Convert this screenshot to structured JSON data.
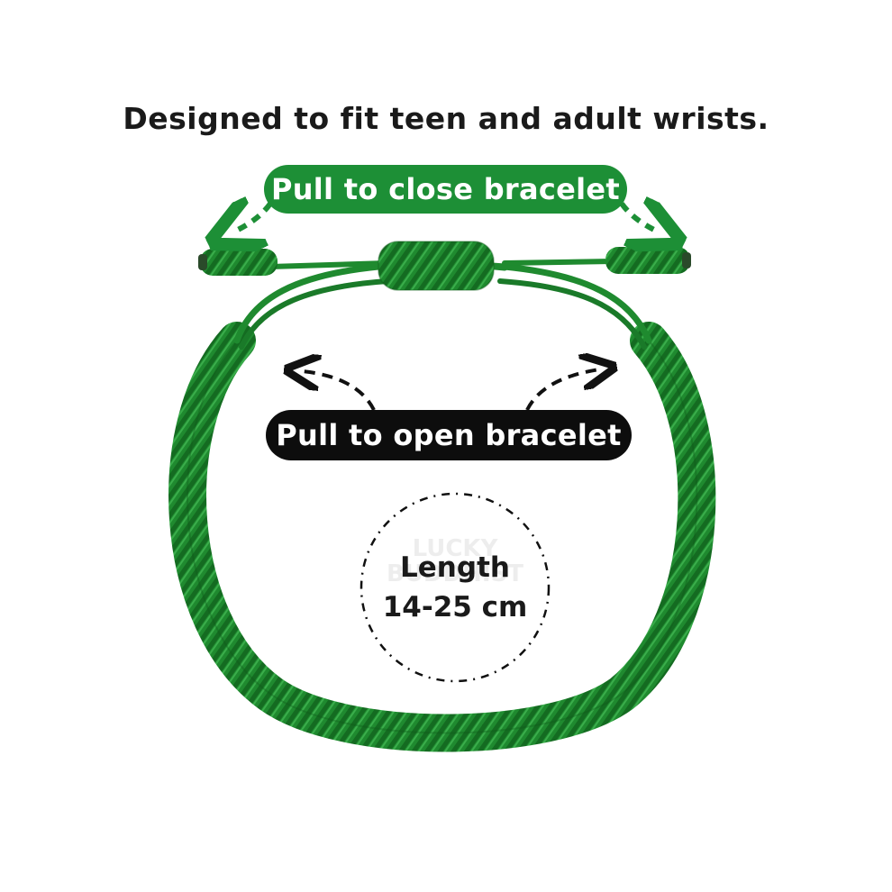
{
  "headline": "Designed to fit teen and adult wrists.",
  "close_label": "Pull to close bracelet",
  "open_label": "Pull to open bracelet",
  "length": {
    "label": "Length",
    "range": "14-25 cm"
  },
  "watermark": [
    "LUCKY",
    "BUDDHIST"
  ],
  "colors": {
    "bracelet_green": "#1f8a2f",
    "pill_green": "#1d8f36",
    "pill_black": "#0d0d0d",
    "text_dark": "#1a1a1a"
  },
  "icons": [
    "arrow-left-icon",
    "arrow-right-icon"
  ]
}
